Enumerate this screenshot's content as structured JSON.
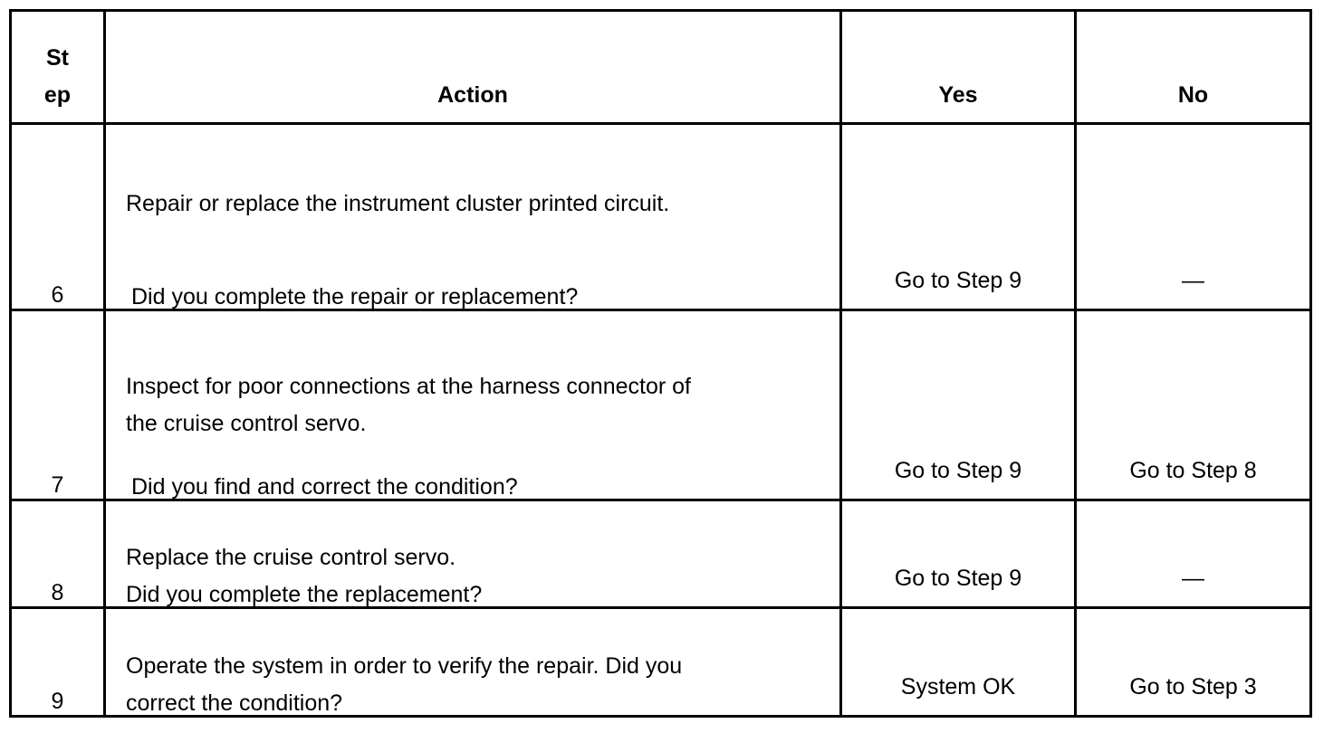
{
  "document": {
    "type": "diagnostic-procedure-table",
    "columns": [
      {
        "key": "step",
        "label_line1": "St",
        "label_line2": "ep",
        "label": "Step"
      },
      {
        "key": "action",
        "label": "Action"
      },
      {
        "key": "yes",
        "label": "Yes"
      },
      {
        "key": "no",
        "label": "No"
      }
    ],
    "rows": [
      {
        "step": "6",
        "action_lines": [
          "Repair or replace the instrument cluster printed circuit."
        ],
        "question": "Did you complete the repair or replacement?",
        "yes": "Go to Step 9",
        "no": "—"
      },
      {
        "step": "7",
        "action_lines": [
          "Inspect for poor connections at the harness connector of",
          "the cruise control servo."
        ],
        "question": "Did you find and correct the condition?",
        "yes": "Go to Step 9",
        "no": "Go to Step 8"
      },
      {
        "step": "8",
        "action_lines": [
          "Replace the cruise control servo.",
          "Did you complete the replacement?"
        ],
        "question": null,
        "yes": "Go to Step 9",
        "no": "—"
      },
      {
        "step": "9",
        "action_lines": [
          "Operate the system in order to verify the repair. Did you",
          "correct the condition?"
        ],
        "question": null,
        "yes": "System OK",
        "no": "Go to Step 3"
      }
    ]
  },
  "colors": {
    "border": "#000000",
    "text": "#000000",
    "background": "#ffffff"
  }
}
